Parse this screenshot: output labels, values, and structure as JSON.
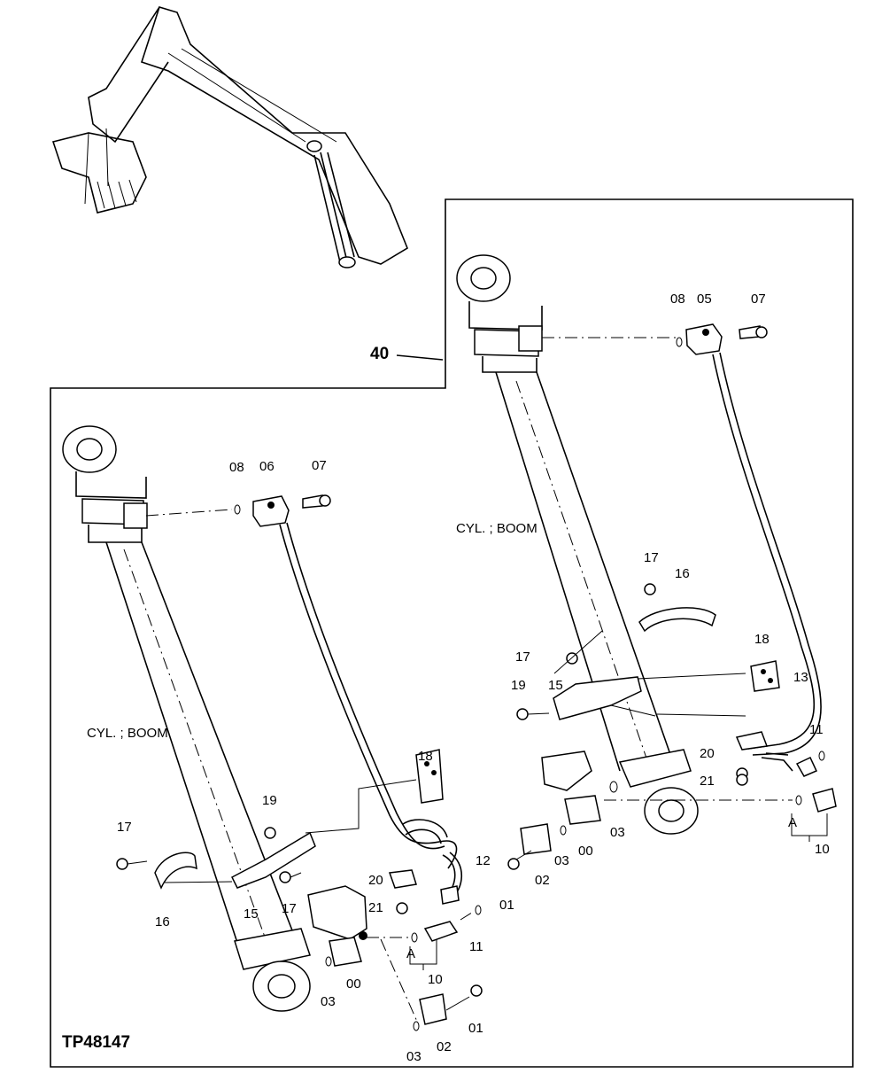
{
  "figure_code": "TP48147",
  "group_number": "40",
  "caption_left": "CYL. ; BOOM",
  "caption_right": "CYL. ; BOOM",
  "ref_letter": "A",
  "callouts": {
    "n00": "00",
    "n01": "01",
    "n02": "02",
    "n03": "03",
    "n05": "05",
    "n06": "06",
    "n07": "07",
    "n08": "08",
    "n10": "10",
    "n11": "11",
    "n12": "12",
    "n13": "13",
    "n15": "15",
    "n16": "16",
    "n17": "17",
    "n18": "18",
    "n19": "19",
    "n20": "20",
    "n21": "21"
  }
}
